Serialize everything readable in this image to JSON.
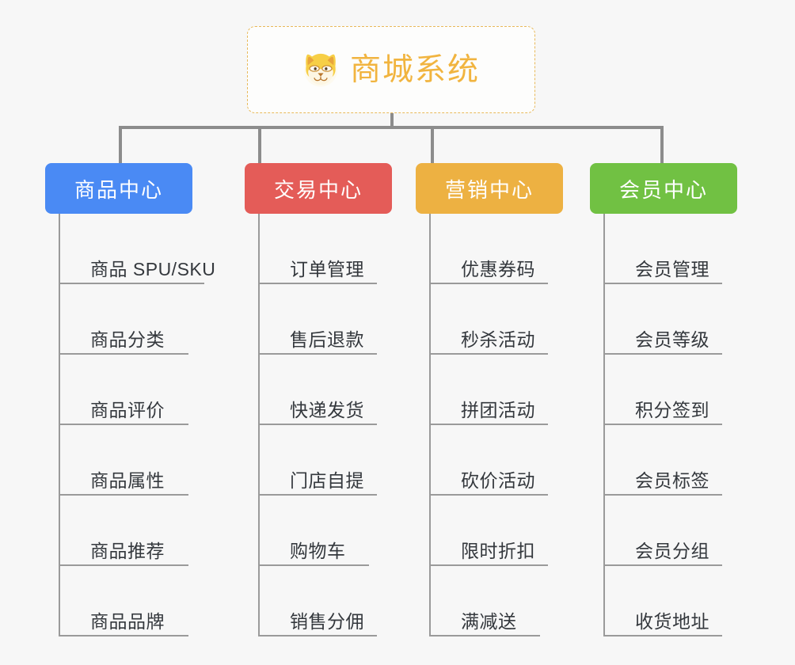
{
  "root": {
    "label": "商城系统",
    "icon": "dog-face-icon",
    "color": "#f1b43f",
    "border_color": "#e8b95a"
  },
  "colors": {
    "background": "#f7f7f7",
    "connector": "#8c8c8c",
    "leaf_line": "#9a9a9a",
    "leaf_text": "#34383d"
  },
  "branches": [
    {
      "label": "商品中心",
      "color": "#4a8af4",
      "items": [
        "商品 SPU/SKU",
        "商品分类",
        "商品评价",
        "商品属性",
        "商品推荐",
        "商品品牌"
      ]
    },
    {
      "label": "交易中心",
      "color": "#e45c58",
      "items": [
        "订单管理",
        "售后退款",
        "快递发货",
        "门店自提",
        "购物车",
        "销售分佣"
      ]
    },
    {
      "label": "营销中心",
      "color": "#edb142",
      "items": [
        "优惠券码",
        "秒杀活动",
        "拼团活动",
        "砍价活动",
        "限时折扣",
        "满减送"
      ]
    },
    {
      "label": "会员中心",
      "color": "#71c143",
      "items": [
        "会员管理",
        "会员等级",
        "积分签到",
        "会员标签",
        "会员分组",
        "收货地址"
      ]
    }
  ]
}
